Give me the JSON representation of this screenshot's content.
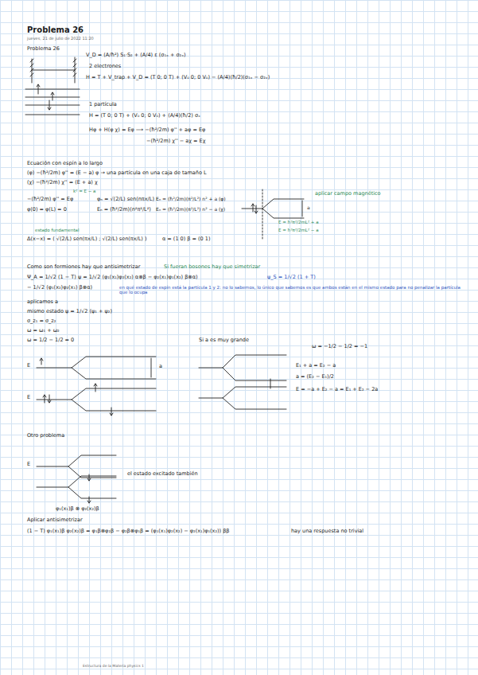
{
  "diagram": {
    "title": "Problema 26",
    "labels": [
      "jueves, 21 de julio de 2022   11:20",
      "Problema 26",
      "V_D = (A/ħ²) S₁·S₂ + (A/4) ε (σ₁ₓ + σ₂ₓ)",
      "2 electrones",
      "H = T + V_trap + V_D = (T 0; 0 T) + (V₀ 0; 0 V₀) − (A/4)(ħ/2)(σ₁ₓ − σ₂ₓ)",
      "1 partícula",
      "H = (T 0; 0 T) + (V₀ 0; 0 V₀) + (A/4)(ħ/2) σₓ",
      "Hφ + H(φ χ) = Eφ  ⟶  −(ħ²/2m) φ'' + aφ = Eφ",
      "−(ħ²/2m) χ'' − aχ = Eχ",
      "Ecuación con espín a lo largo",
      "(φ)  −(ħ²/2m) φ'' = (E − a) φ   → una partícula en una caja de tamaño L",
      "(χ)  −(ħ²/2m) χ'' = (E + a) χ",
      "k² = E − a",
      "−(ħ²/2m) φ'' = Eφ",
      "φ(0) = φ(L) = 0",
      "φₙ = √(2/L) sen(nπx/L)",
      "Eₙ = (ħ²/2m)(n²π²/L²)",
      "Eₙ = (ħ²/2m)(π²/L²) n² + a     (φ)",
      "Eₙ = (ħ²/2m)(π²/L²) n² − a     (χ)",
      "estado fundamental",
      "Δ(x−x) = ( √(2/L) sen(πx/L) ; √(2/L) sen(πx/L) )",
      "α = (1 0)      β = (0 1)",
      "a",
      "aplicar campo magnético",
      "E = ħ²π²/2mL² + a",
      "E = ħ²π²/2mL² − a",
      "Como son fermiones hay que antisimetrizar",
      "Si fueran bosones hay que simetrizar",
      "Ψ_A = 1/√2 (1 − T)  ψ = 1/√2 (φ₁(x₁)φ₂(x₂) α⊗β − φ₂(x₁)φ₁(x₂) β⊗α)",
      "ψ_S = 1/√2 (1 + T)",
      "− 1/√2 (φ₁(x₂)φ₂(x₁) β⊗α)",
      "en qué estado de espín está la partícula 1 y 2: no lo sabemos, lo único que sabemos es que ambos están en el mismo estado para no penalizar la partícula que lo ocupa",
      "aplicamos a",
      "mismo estado   ψ = 1/√2 (ψ₁ + ψ₂)",
      "σ_z₁ = σ_z₂",
      "ω = ω₁ + ω₂",
      "ω = 1/2 − 1/2 = 0",
      "E",
      "a",
      "E",
      "Si a es muy grande",
      "ω = −1/2 − 1/2 = −1",
      "E₁ + a = E₂ − a",
      "a = (E₂ − E₁)/2",
      "E = −a + E₂ − a = E₁ + E₂ − 2a",
      "Otro problema",
      "E",
      "el estado excitado también",
      "φ₁(x₁)β ⊗ φ₂(x₂)β",
      "Aplicar antisimetrizar",
      "(1 − T) φ₁(x₁)β φ₂(x₂)β = φ₁β⊗φ₂β − φ₂β⊗φ₁β = (φ₁(x₁)φ₂(x₂) − φ₂(x₁)φ₁(x₂)) ββ",
      "hay una respuesta no trivial",
      "Estructura de la Materia physics 1"
    ]
  }
}
